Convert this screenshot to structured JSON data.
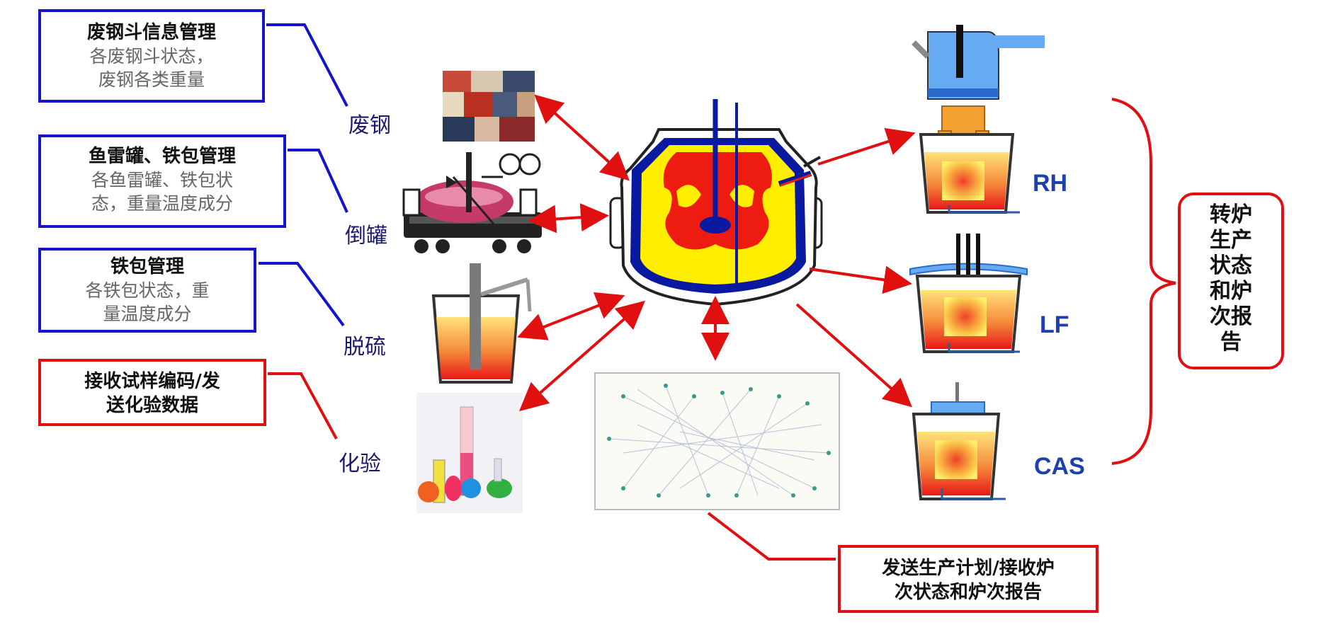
{
  "boxes": {
    "scrap_mgmt": {
      "title": "废钢斗信息管理",
      "sub": "各废钢斗状态，\n废钢各类重量"
    },
    "torpedo_mgmt": {
      "title": "鱼雷罐、铁包管理",
      "sub": "各鱼雷罐、铁包状\n态，重量温度成分"
    },
    "ladle_mgmt": {
      "title": "铁包管理",
      "sub": "各铁包状态，重\n量温度成分"
    },
    "sample_mgmt": {
      "text": "接收试样编码/发\n送化验数据"
    }
  },
  "process_labels": {
    "scrap": "废钢",
    "pour": "倒罐",
    "desulf": "脱硫",
    "lab": "化验"
  },
  "units": {
    "rh": "RH",
    "lf": "LF",
    "cas": "CAS"
  },
  "production_box": "转炉\n生产\n状态\n和炉\n次报\n告",
  "plan_box": "发送生产计划/接收炉\n次状态和炉次报告",
  "colors": {
    "blue_line": "#1414c8",
    "red_line": "#e01010",
    "furnace_blue": "#0a1aa0",
    "furnace_red": "#ee1c10",
    "furnace_yellow": "#ffee00"
  }
}
